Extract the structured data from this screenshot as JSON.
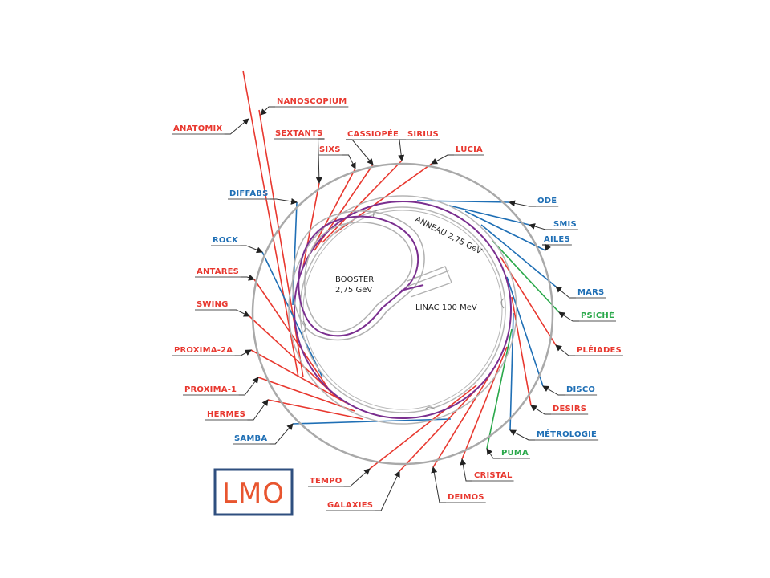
{
  "colors": {
    "red": "#e8382f",
    "blue": "#1f6fb5",
    "green": "#2aa84a",
    "purple": "#7a2f8f",
    "ring": "#a9a9a9",
    "leader": "#333333",
    "logo_border": "#2f4f7f",
    "logo_text": "#e8552f"
  },
  "inner_labels": {
    "ring": "ANNEAU 2,75 GeV",
    "booster_1": "BOOSTER",
    "booster_2": "2,75 GeV",
    "linac": "LINAC 100 MeV"
  },
  "logo": {
    "text": "LMO"
  },
  "beamlines": [
    {
      "name": "ANATOMIX",
      "color": "red"
    },
    {
      "name": "NANOSCOPIUM",
      "color": "red"
    },
    {
      "name": "SEXTANTS",
      "color": "red"
    },
    {
      "name": "SIXS",
      "color": "red"
    },
    {
      "name": "CASSIOPÉE",
      "color": "red"
    },
    {
      "name": "SIRIUS",
      "color": "red"
    },
    {
      "name": "LUCIA",
      "color": "red"
    },
    {
      "name": "DIFFABS",
      "color": "blue"
    },
    {
      "name": "ROCK",
      "color": "blue"
    },
    {
      "name": "ANTARES",
      "color": "red"
    },
    {
      "name": "SWING",
      "color": "red"
    },
    {
      "name": "PROXIMA-2A",
      "color": "red"
    },
    {
      "name": "PROXIMA-1",
      "color": "red"
    },
    {
      "name": "HERMES",
      "color": "red"
    },
    {
      "name": "SAMBA",
      "color": "blue"
    },
    {
      "name": "TEMPO",
      "color": "red"
    },
    {
      "name": "GALAXIES",
      "color": "red"
    },
    {
      "name": "DEIMOS",
      "color": "red"
    },
    {
      "name": "CRISTAL",
      "color": "red"
    },
    {
      "name": "PUMA",
      "color": "green"
    },
    {
      "name": "MÉTROLOGIE",
      "color": "blue"
    },
    {
      "name": "DESIRS",
      "color": "red"
    },
    {
      "name": "DISCO",
      "color": "blue"
    },
    {
      "name": "PLÉIADES",
      "color": "red"
    },
    {
      "name": "PSICHÉ",
      "color": "green"
    },
    {
      "name": "MARS",
      "color": "blue"
    },
    {
      "name": "AILES",
      "color": "blue"
    },
    {
      "name": "SMIS",
      "color": "blue"
    },
    {
      "name": "ODE",
      "color": "blue"
    }
  ]
}
